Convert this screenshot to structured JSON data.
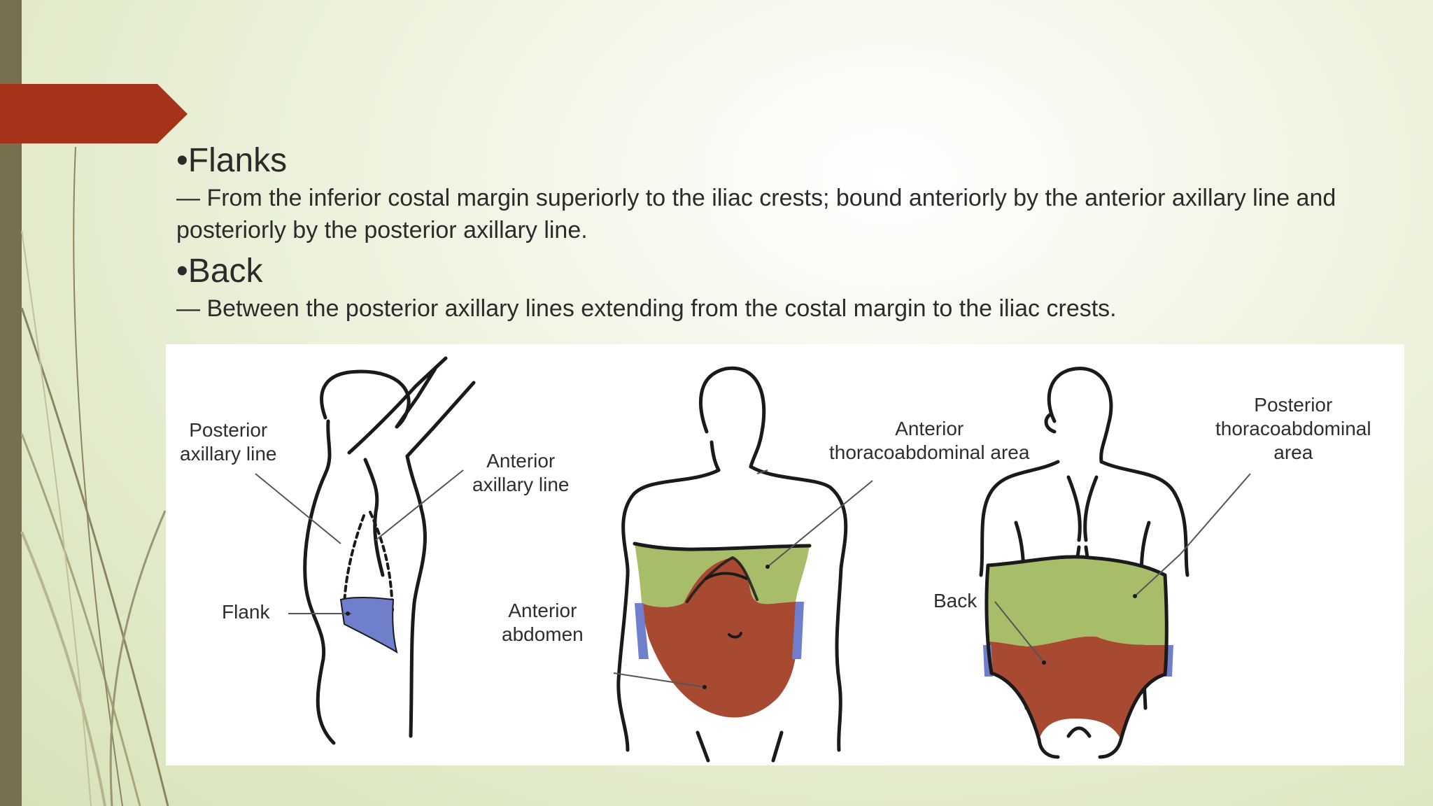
{
  "slide": {
    "sections": [
      {
        "heading": "•Flanks",
        "description": "— From the inferior costal margin superiorly to the iliac crests; bound anteriorly by the anterior axillary line and posteriorly by the posterior axillary line."
      },
      {
        "heading": "•Back",
        "description": "— Between the posterior axillary lines extending from the costal margin to the iliac crests."
      }
    ]
  },
  "figure": {
    "labels": {
      "posterior_axillary_l1": "Posterior",
      "posterior_axillary_l2": "axillary line",
      "anterior_axillary_l1": "Anterior",
      "anterior_axillary_l2": "axillary line",
      "flank": "Flank",
      "anterior_thoracoabdominal_l1": "Anterior",
      "anterior_thoracoabdominal_l2": "thoracoabdominal area",
      "anterior_abdomen_l1": "Anterior",
      "anterior_abdomen_l2": "abdomen",
      "posterior_thoracoabdominal_l1": "Posterior",
      "posterior_thoracoabdominal_l2": "thoracoabdominal",
      "posterior_thoracoabdominal_l3": "area",
      "back": "Back"
    },
    "colors": {
      "flank_region": "#6f7fcb",
      "thoracoabdominal_region": "#a8bd6a",
      "abdomen_region": "#a84a32",
      "outline": "#1a1a1a"
    }
  },
  "theme": {
    "accent": "#a63219",
    "sidebar": "#77704f"
  }
}
